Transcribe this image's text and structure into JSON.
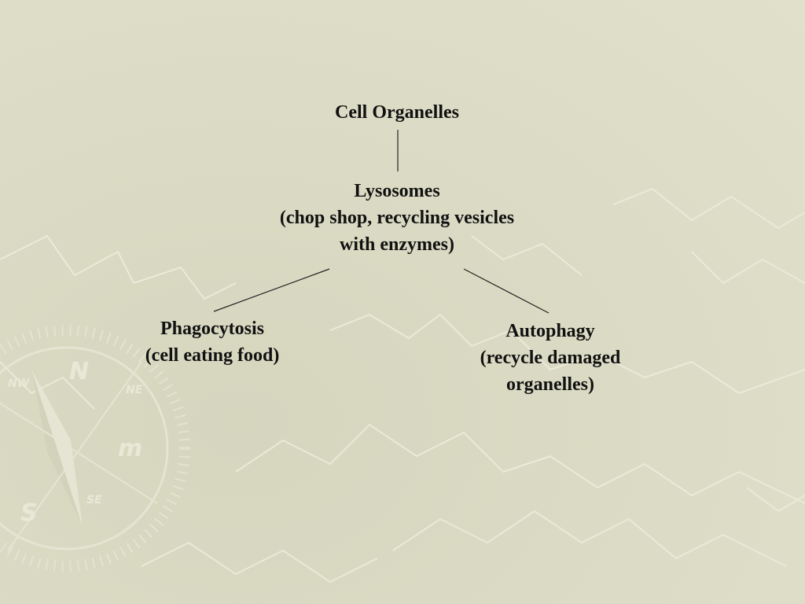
{
  "colors": {
    "background": "#dcdcc5",
    "decoration": "#ecebd9",
    "text": "#111111",
    "connector": "#222222"
  },
  "diagram": {
    "root": {
      "label": "Cell Organelles"
    },
    "middle": {
      "title": "Lysosomes",
      "line2": "(chop shop, recycling vesicles",
      "line3": "with enzymes)"
    },
    "left": {
      "title": "Phagocytosis",
      "line2": "(cell eating food)"
    },
    "right": {
      "title": "Autophagy",
      "line2": "(recycle damaged",
      "line3": "organelles)"
    }
  },
  "decoration": {
    "compass_letters": [
      "N",
      "S",
      "m",
      "NW",
      "NE",
      "SE"
    ]
  }
}
